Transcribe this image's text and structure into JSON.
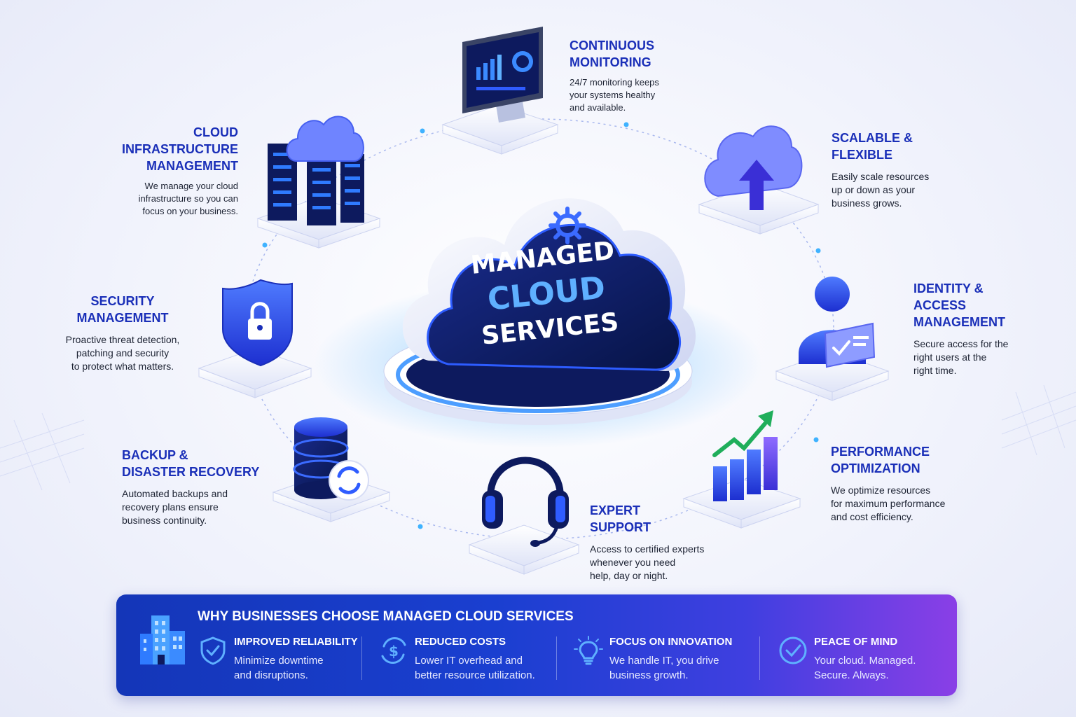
{
  "center": {
    "line1": "MANAGED",
    "line2": "CLOUD",
    "line3": "SERVICES"
  },
  "features": [
    {
      "id": "monitoring",
      "title": "CONTINUOUS\nMONITORING",
      "desc": "24/7 monitoring keeps\nyour systems healthy\nand available.",
      "icon": "monitor-dashboard-icon"
    },
    {
      "id": "infrastructure",
      "title": "CLOUD\nINFRASTRUCTURE\nMANAGEMENT",
      "desc": "We manage your cloud\ninfrastructure so you can\nfocus on your business.",
      "icon": "server-cloud-icon"
    },
    {
      "id": "scalable",
      "title": "SCALABLE &\nFLEXIBLE",
      "desc": "Easily scale resources\nup or down as your\nbusiness grows.",
      "icon": "cloud-upload-arrow-icon"
    },
    {
      "id": "security",
      "title": "SECURITY\nMANAGEMENT",
      "desc": "Proactive threat detection,\npatching and security\nto protect what matters.",
      "icon": "shield-lock-icon"
    },
    {
      "id": "identity",
      "title": "IDENTITY &\nACCESS\nMANAGEMENT",
      "desc": "Secure access for the\nright users at the\nright time.",
      "icon": "user-id-card-icon"
    },
    {
      "id": "backup",
      "title": "BACKUP &\nDISASTER RECOVERY",
      "desc": "Automated backups and\nrecovery plans ensure\nbusiness continuity.",
      "icon": "database-sync-icon"
    },
    {
      "id": "support",
      "title": "EXPERT\nSUPPORT",
      "desc": "Access to certified experts\nwhenever you need\nhelp, day or night.",
      "icon": "headset-icon"
    },
    {
      "id": "performance",
      "title": "PERFORMANCE\nOPTIMIZATION",
      "desc": "We optimize resources\nfor maximum performance\nand cost efficiency.",
      "icon": "bar-chart-growth-icon"
    }
  ],
  "banner": {
    "title": "WHY BUSINESSES CHOOSE MANAGED CLOUD SERVICES",
    "icon": "office-building-icon",
    "benefits": [
      {
        "title": "IMPROVED RELIABILITY",
        "desc": "Minimize downtime\nand disruptions.",
        "icon": "shield-check-icon"
      },
      {
        "title": "REDUCED COSTS",
        "desc": "Lower IT overhead and\nbetter resource utilization.",
        "icon": "dollar-cycle-icon"
      },
      {
        "title": "FOCUS ON INNOVATION",
        "desc": "We handle IT, you drive\nbusiness growth.",
        "icon": "lightbulb-icon"
      },
      {
        "title": "PEACE OF MIND",
        "desc": "Your cloud. Managed.\nSecure. Always.",
        "icon": "check-circle-icon"
      }
    ]
  },
  "colors": {
    "title_blue": "#1a2fb8",
    "accent_blue": "#2f5cff",
    "cyan_glow": "#39b6ff",
    "dark_navy": "#0d1a5e",
    "banner_start": "#1436b8",
    "banner_end": "#8a3fe6",
    "growth_green": "#1fae5b"
  }
}
